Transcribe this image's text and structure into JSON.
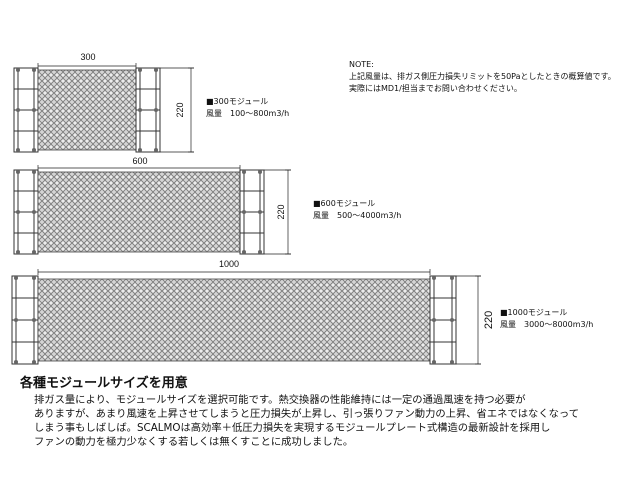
{
  "note": {
    "title": "NOTE:",
    "line1": "上記風量は、排ガス側圧力損失リミットを50Paとしたときの概算値です。",
    "line2": "実際にはMD1/担当までお問い合わせください。"
  },
  "modules": [
    {
      "width_label": "300",
      "height_label": "220",
      "name": "■300モジュール",
      "airflow": "風量　100～800m3/h"
    },
    {
      "width_label": "600",
      "height_label": "220",
      "name": "■600モジュール",
      "airflow": "風量　500～4000m3/h"
    },
    {
      "width_label": "1000",
      "height_label": "220",
      "name": "■1000モジュール",
      "airflow": "風量　3000～8000m3/h"
    }
  ],
  "heading": "各種モジュールサイズを用意",
  "body_lines": [
    "排ガス量により、モジュールサイズを選択可能です。熱交換器の性能維持には一定の通過風速を持つ必要が",
    "ありますが、あまり風速を上昇させてしまうと圧力損失が上昇し、引っ張りファン動力の上昇、省エネではなくなって",
    "しまう事もしばしば。SCALMOは高効率＋低圧力損失を実現するモジュールプレート式構造の最新設計を採用し",
    "ファンの動力を極力少なくする若しくは無くすことに成功しました。"
  ]
}
